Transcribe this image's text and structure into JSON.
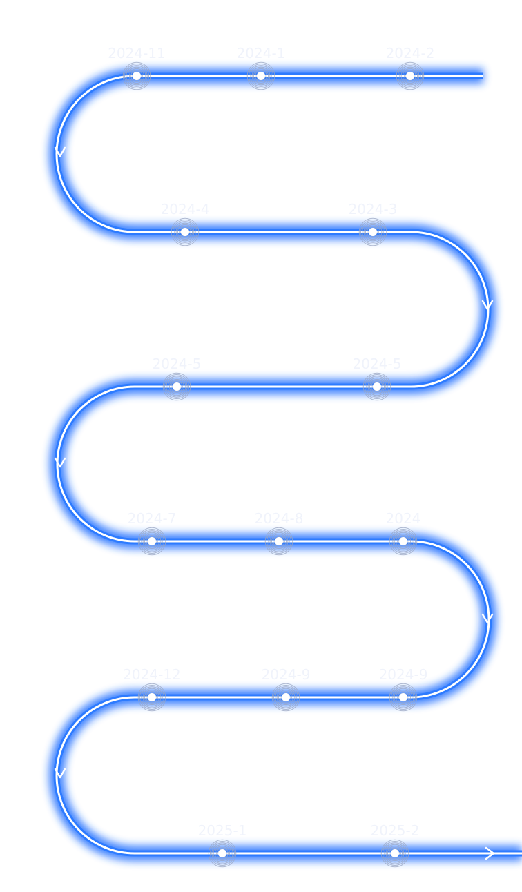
{
  "timeline": {
    "track_color": "#1a6cff",
    "line_color": "#ffffff",
    "halo_color": "#9aa6c2",
    "label_color": "#f0f3fb",
    "rows": [
      {
        "nodes": [
          {
            "label": "2024-11"
          },
          {
            "label": "2024-1"
          },
          {
            "label": "2024-2"
          }
        ]
      },
      {
        "nodes": [
          {
            "label": "2024-4"
          },
          {
            "label": "2024-3"
          }
        ]
      },
      {
        "nodes": [
          {
            "label": "2024-5"
          },
          {
            "label": "2024-5"
          }
        ]
      },
      {
        "nodes": [
          {
            "label": "2024-7"
          },
          {
            "label": "2024-8"
          },
          {
            "label": "2024"
          }
        ]
      },
      {
        "nodes": [
          {
            "label": "2024-12"
          },
          {
            "label": "2024-9"
          },
          {
            "label": "2024-9"
          }
        ]
      },
      {
        "nodes": [
          {
            "label": "2025-1"
          },
          {
            "label": "2025-2"
          }
        ]
      }
    ]
  }
}
